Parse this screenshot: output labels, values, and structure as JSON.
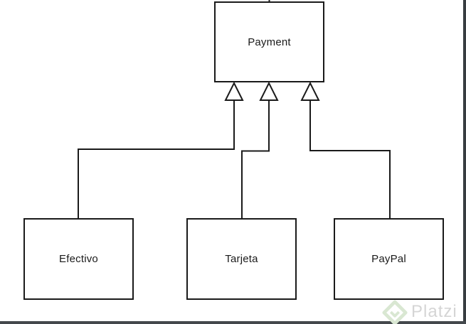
{
  "diagram": {
    "type": "uml-class-inheritance",
    "parent": {
      "label": "Payment"
    },
    "children": [
      {
        "label": "Efectivo"
      },
      {
        "label": "Tarjeta"
      },
      {
        "label": "PayPal"
      }
    ],
    "connector": {
      "style": "orthogonal-elbow",
      "arrowhead": "hollow-triangle-up-generalization"
    }
  },
  "watermark": {
    "text": "Platzi",
    "logo": "platzi-diamond-logo"
  },
  "colors": {
    "line": "#1a1a1a",
    "node_fill": "#ffffff",
    "background": "#ffffff",
    "frame_right": "#383d41",
    "frame_bottom": "#44484c",
    "watermark_text": "#d5d5d5",
    "watermark_logo": "#d9e7d2"
  }
}
